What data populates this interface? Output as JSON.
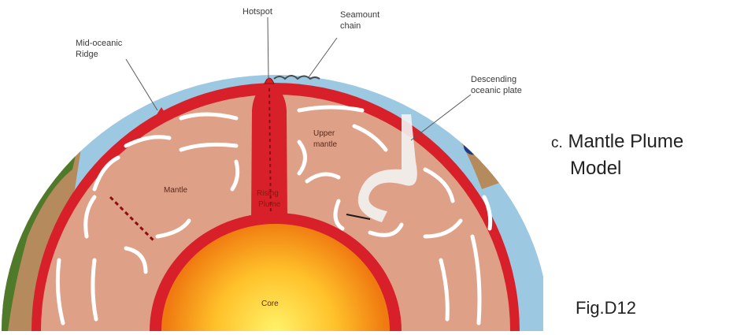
{
  "labels": {
    "hotspot": "Hotspot",
    "seamount_line1": "Seamount",
    "seamount_line2": "chain",
    "ridge_line1": "Mid-oceanic",
    "ridge_line2": "Ridge",
    "descending_line1": "Descending",
    "descending_line2": "oceanic plate",
    "upper_mantle_line1": "Upper",
    "upper_mantle_line2": "mantle",
    "mantle": "Mantle",
    "rising_plume_line1": "Rising",
    "rising_plume_line2": "Plume",
    "core": "Core"
  },
  "caption": {
    "prefix": "c.",
    "title_line1": "Mantle Plume",
    "title_line2": "Model",
    "figure": "Fig.D12"
  },
  "colors": {
    "ocean": "#9cc8e2",
    "mantle": "#dfa088",
    "mantle_boundary": "#d8202a",
    "core_center": "#fff36a",
    "core_edge": "#f07a10",
    "continent_green": "#4f7a2a",
    "continent_brown": "#b58a5c"
  }
}
